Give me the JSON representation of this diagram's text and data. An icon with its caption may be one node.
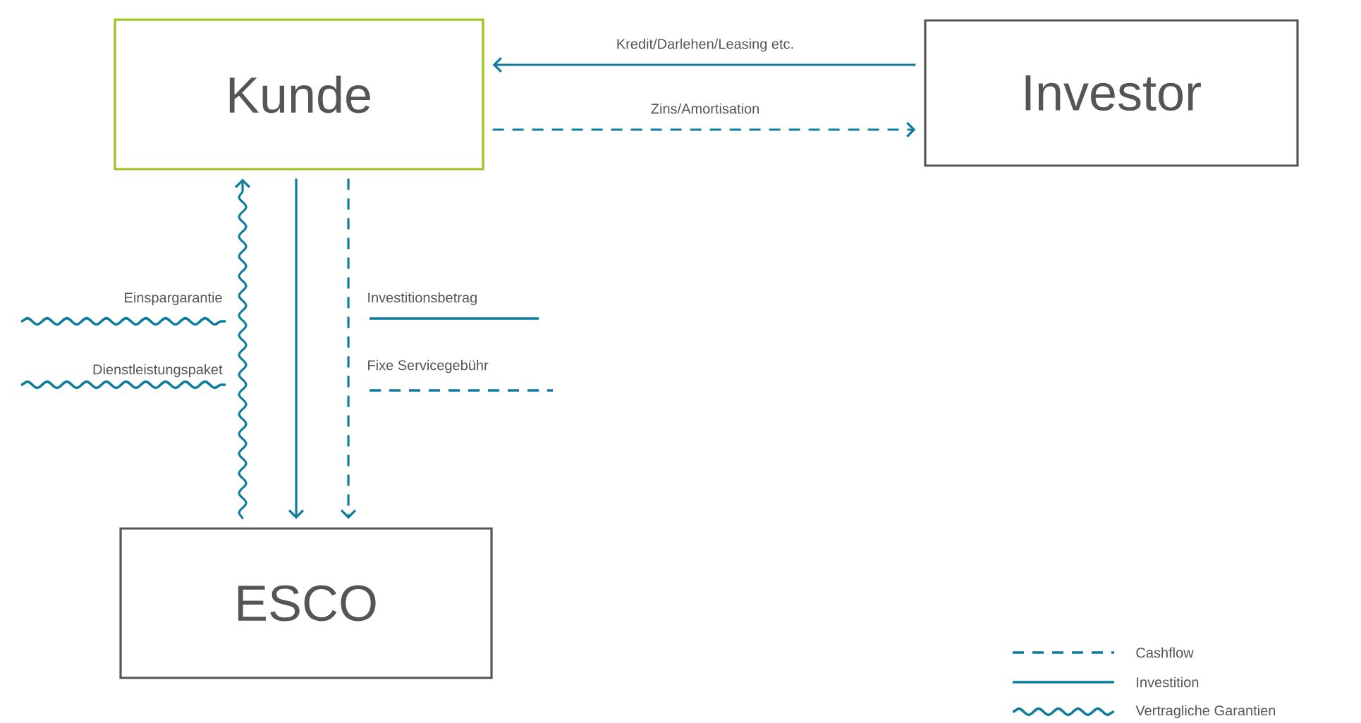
{
  "diagram": {
    "nodes": [
      {
        "text": [
          "Kunde"
        ]
      },
      {
        "text": [
          "Investor"
        ]
      },
      {
        "text": [
          "ESCO"
        ]
      }
    ],
    "edges": [
      {
        "from": 1,
        "to": 0,
        "arrow": "to",
        "label": "Kredit/Darlehen/Leasing etc."
      },
      {
        "from": 0,
        "to": 1,
        "arrow": "to",
        "label": "Zins/Amortisation",
        "style": "dashed"
      },
      {
        "from": 2,
        "to": 0,
        "arrow": "to"
      },
      {
        "from": 0,
        "to": 2,
        "arrow": "to"
      },
      {
        "from": 0,
        "to": 2,
        "arrow": "to",
        "style": "dashed"
      }
    ],
    "labels": [
      "Einspargarantie",
      "Dienstleistungspaket",
      "Investitionsbetrag",
      "Fixe Servicegebühr"
    ],
    "legend": [
      {
        "text": "Cashflow"
      },
      {
        "text": "Investition"
      },
      {
        "text": "Vertragliche Garantien"
      }
    ]
  }
}
